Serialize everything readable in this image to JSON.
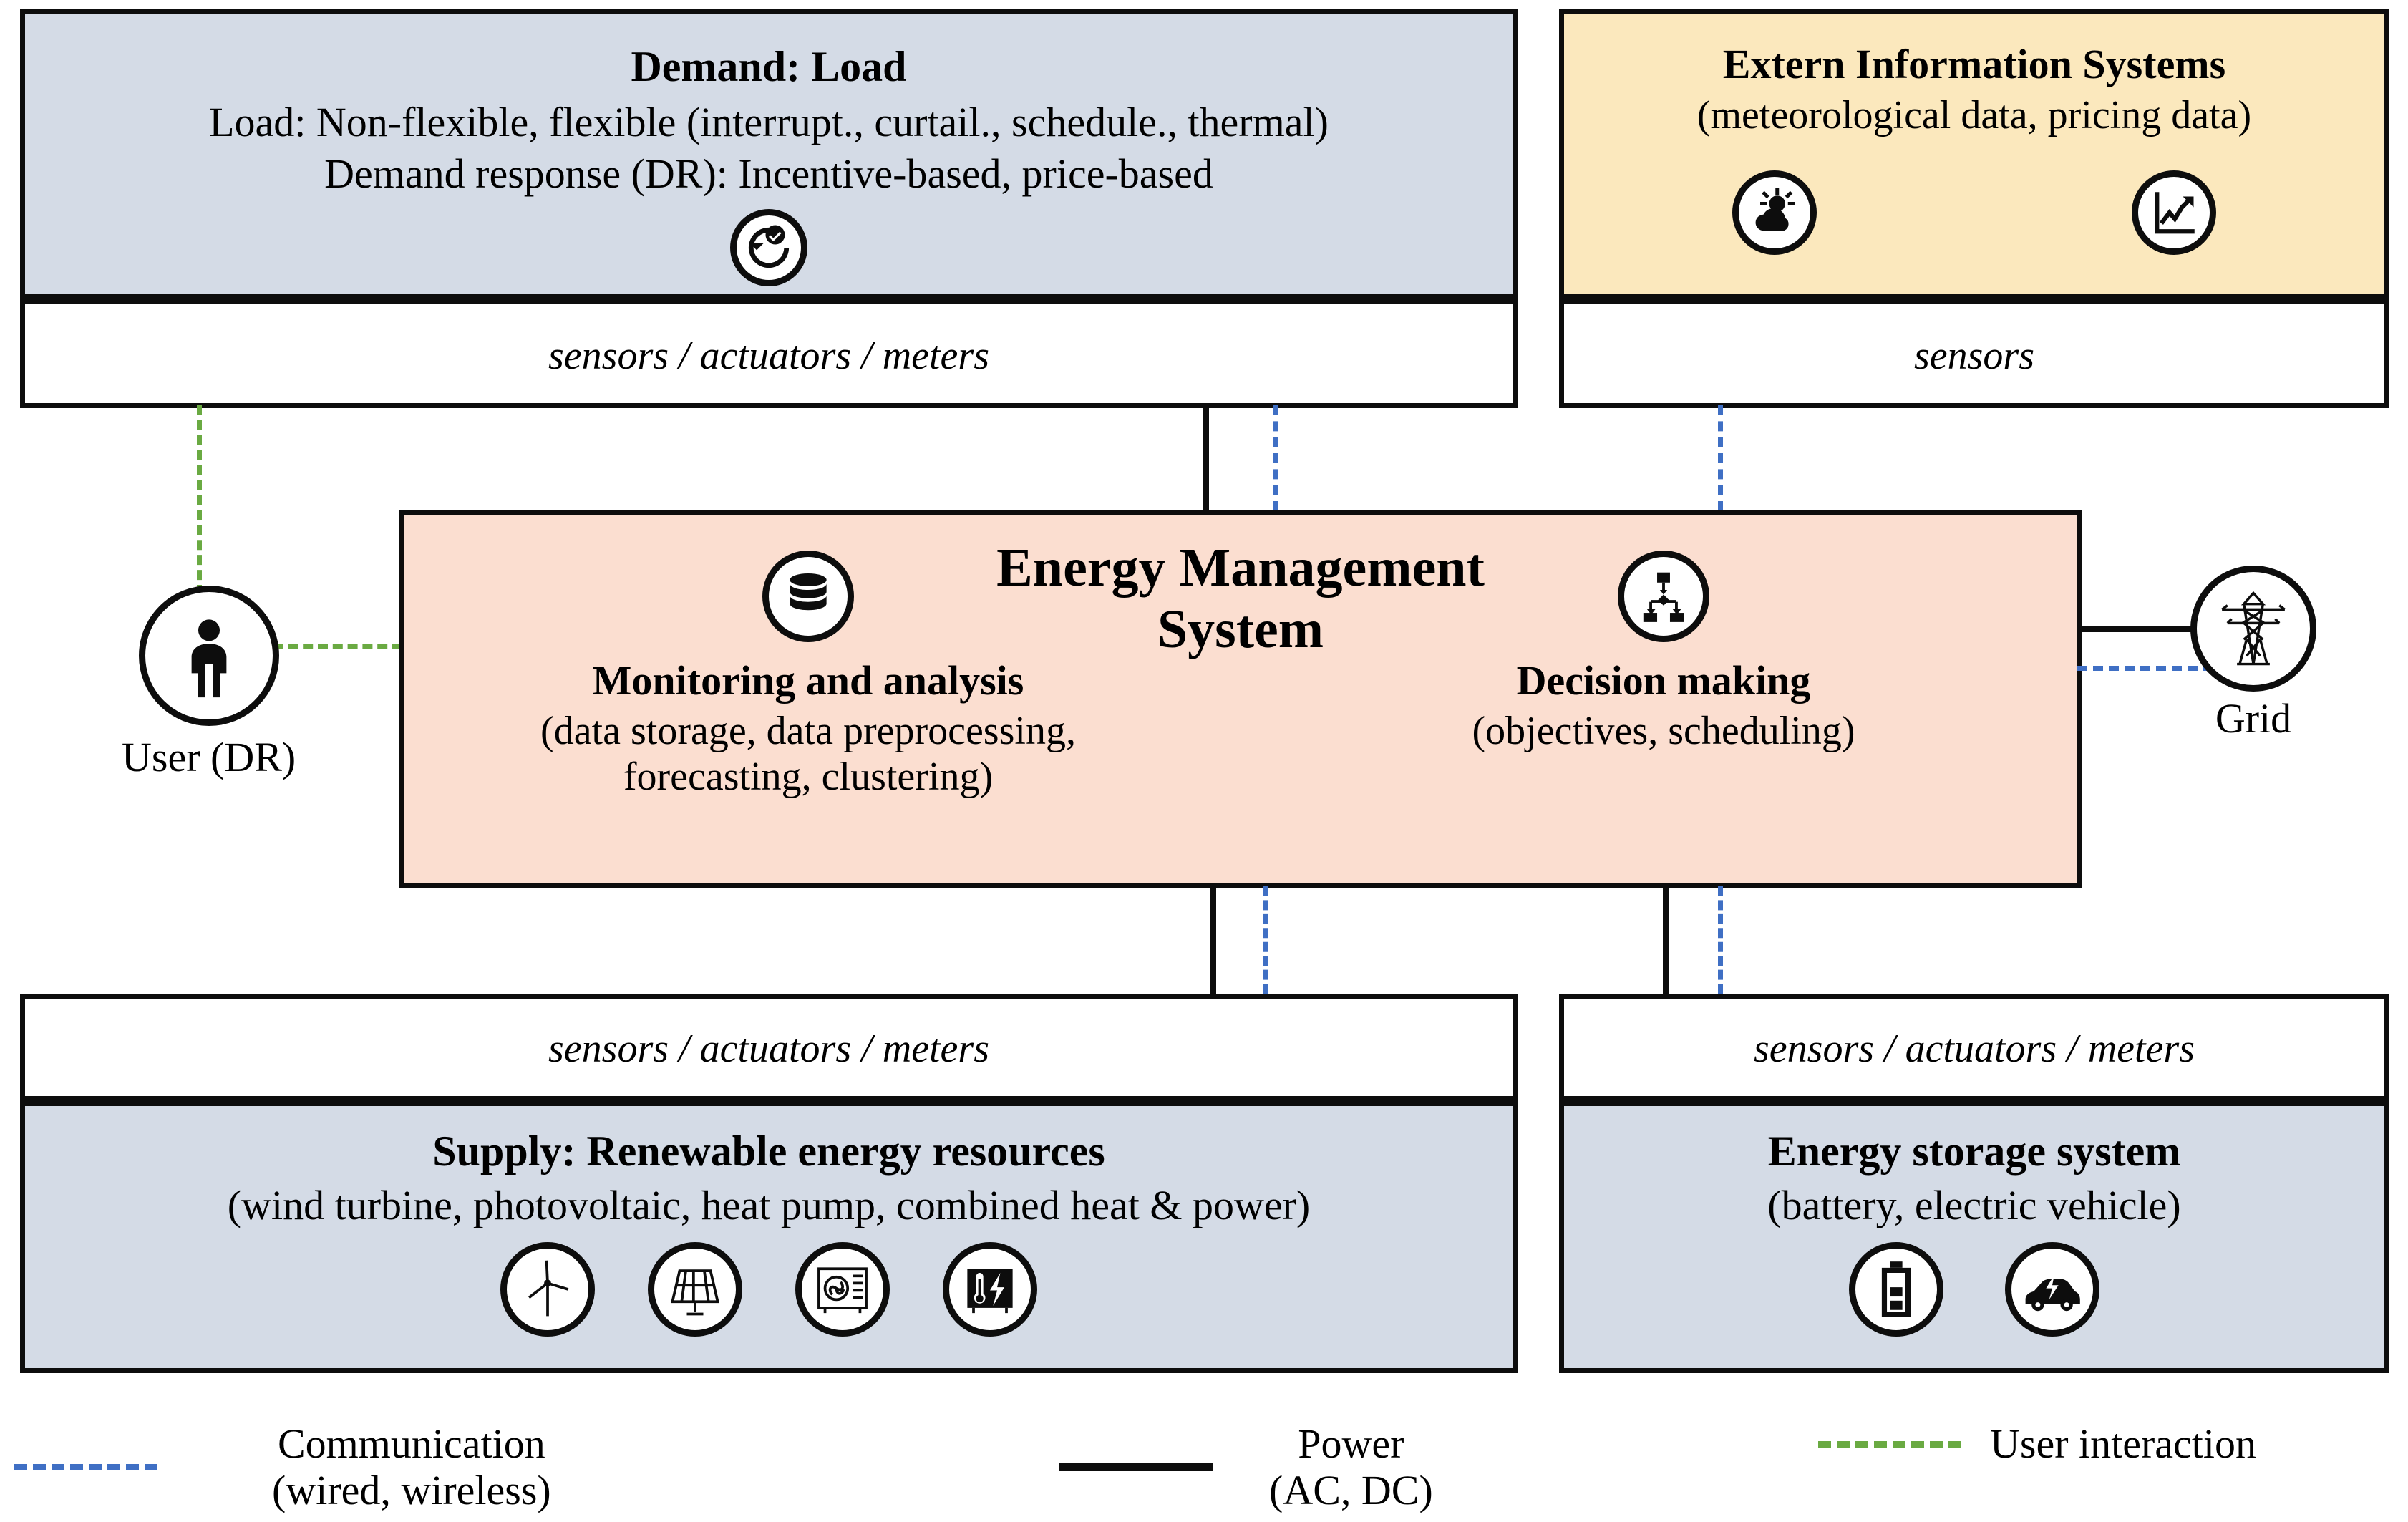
{
  "diagram": {
    "title": "Energy Management System architecture",
    "colors": {
      "demand_fill": "#d4dbe6",
      "extern_fill": "#fbe8bd",
      "ems_fill": "#fbded0",
      "supply_fill": "#d4dbe6",
      "storage_fill": "#d4dbe6",
      "sensor_fill": "#ffffff",
      "stroke": "#0d0d0d",
      "communication": "#3f6fc4",
      "power": "#0d0d0d",
      "user_interaction": "#6aaa42"
    }
  },
  "demand": {
    "title": "Demand: Load",
    "line1": "Load: Non-flexible, flexible (interrupt., curtail., schedule., thermal)",
    "line2": "Demand response (DR): Incentive-based, price-based",
    "sensors": "sensors / actuators / meters",
    "icons": [
      "demand-response-clock-icon"
    ]
  },
  "extern": {
    "title": "Extern Information Systems",
    "line1": "(meteorological data, pricing data)",
    "sensors": "sensors",
    "icons": [
      "weather-sun-cloud-icon",
      "price-chart-icon"
    ]
  },
  "ems": {
    "title_line1": "Energy Management",
    "title_line2": "System",
    "left": {
      "icon": "database-icon",
      "title": "Monitoring and analysis",
      "line1": "(data storage, data preprocessing,",
      "line2": "forecasting, clustering)"
    },
    "right": {
      "icon": "decision-tree-icon",
      "title": "Decision making",
      "line1": "(objectives, scheduling)"
    }
  },
  "user_node": {
    "icon": "person-icon",
    "label": "User (DR)"
  },
  "grid_node": {
    "icon": "transmission-tower-icon",
    "label": "Grid"
  },
  "supply": {
    "sensors": "sensors / actuators / meters",
    "title": "Supply: Renewable energy resources",
    "line1": "(wind turbine, photovoltaic, heat pump, combined heat & power)",
    "icons": [
      "wind-turbine-icon",
      "photovoltaic-panel-icon",
      "heat-pump-icon",
      "combined-heat-power-icon"
    ]
  },
  "storage": {
    "sensors": "sensors / actuators / meters",
    "title": "Energy storage system",
    "line1": "(battery, electric vehicle)",
    "icons": [
      "battery-icon",
      "electric-vehicle-icon"
    ]
  },
  "legend": {
    "communication": {
      "line1": "Communication",
      "line2": "(wired, wireless)",
      "style": "dashed",
      "color": "#3f6fc4"
    },
    "power": {
      "line1": "Power",
      "line2": "(AC, DC)",
      "style": "solid",
      "color": "#0d0d0d"
    },
    "user": {
      "line1": "User interaction",
      "line2": "",
      "style": "dashed",
      "color": "#6aaa42"
    }
  }
}
